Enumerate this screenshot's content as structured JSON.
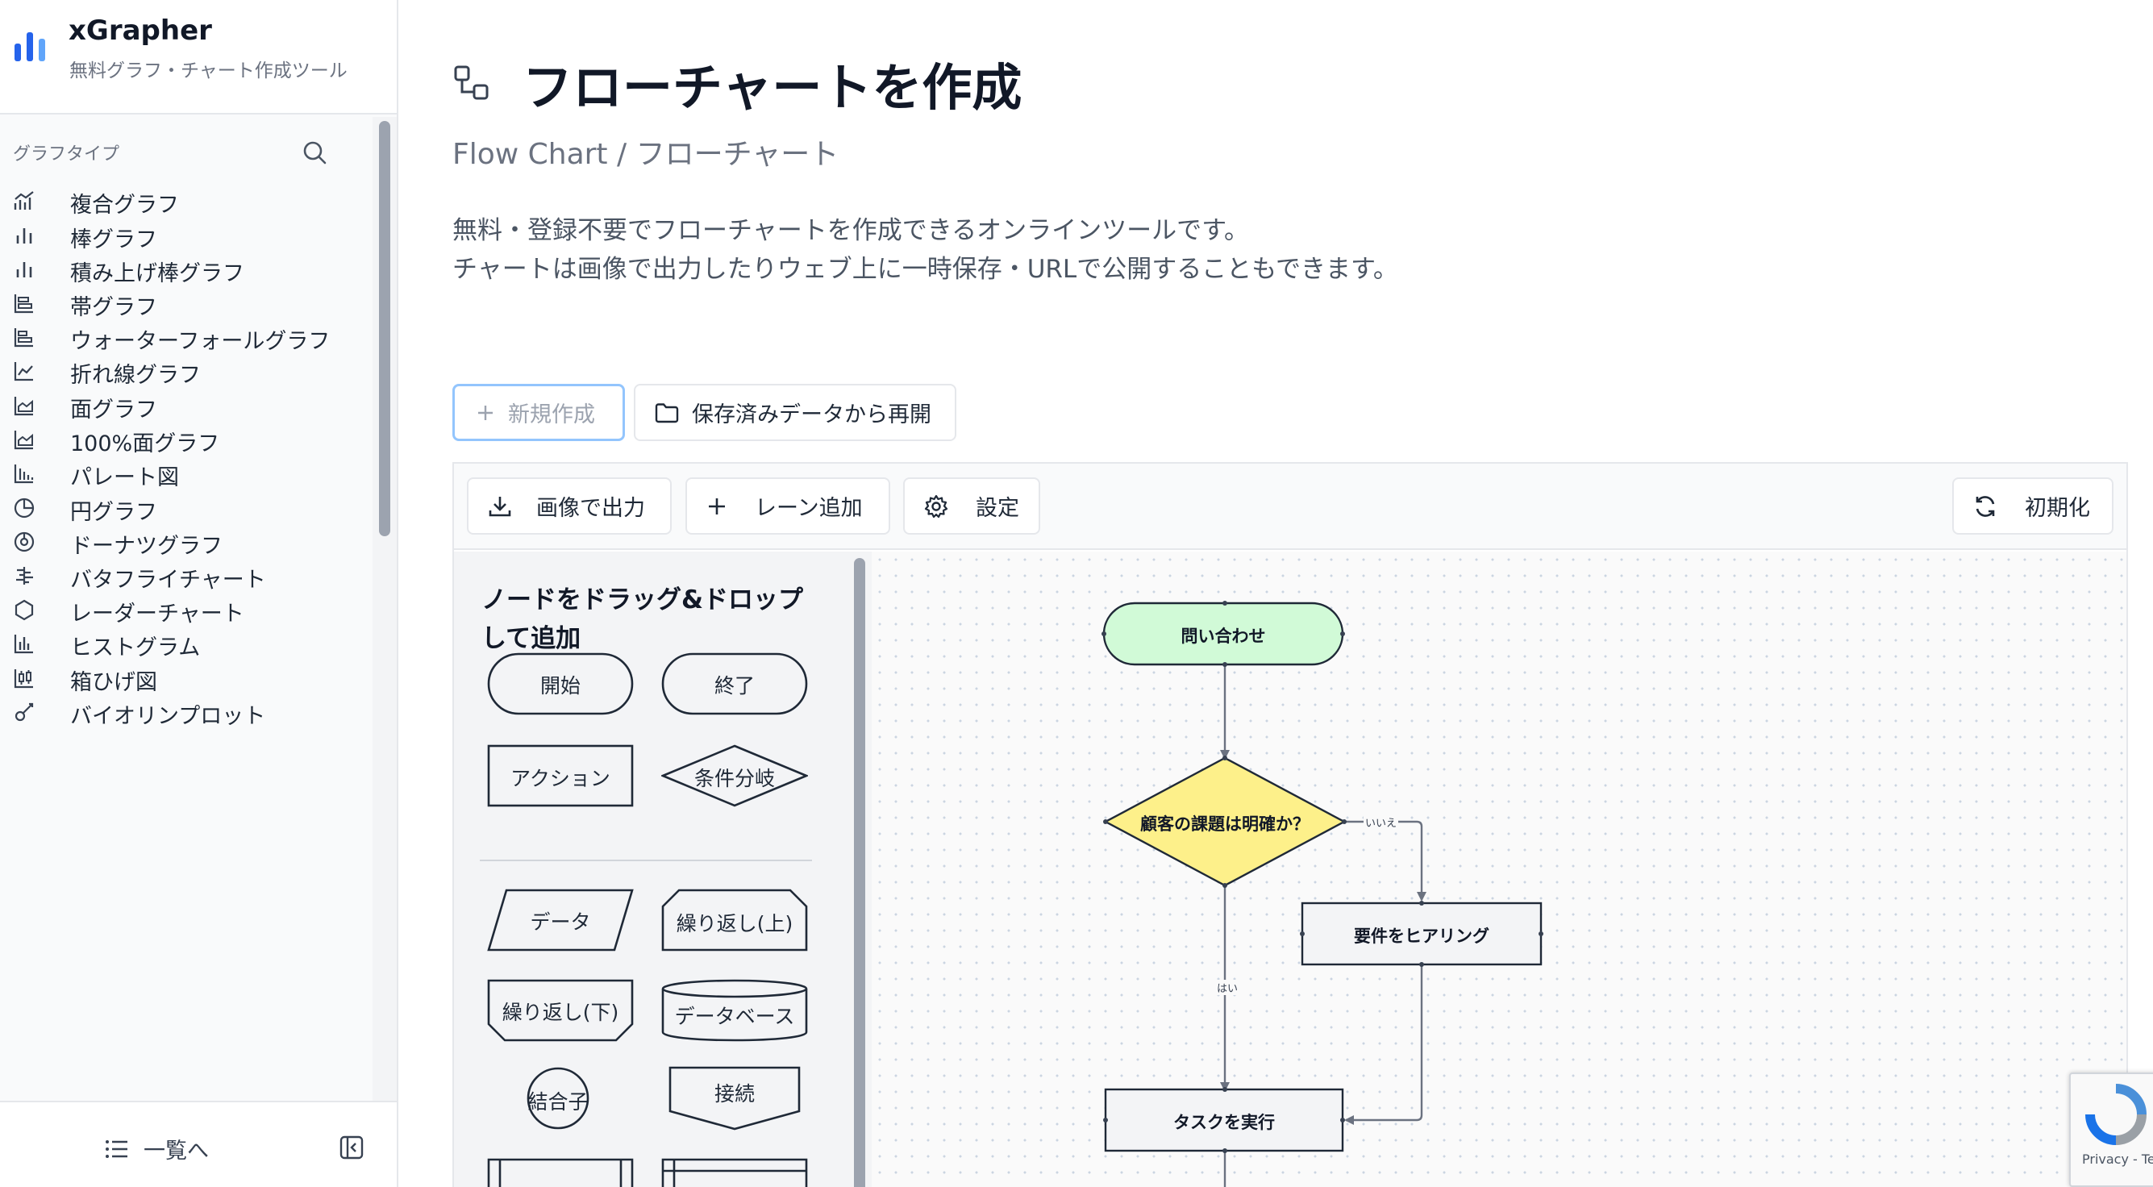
{
  "brand": {
    "name": "xGrapher",
    "tagline": "無料グラフ・チャート作成ツール"
  },
  "sidebar": {
    "heading": "グラフタイプ",
    "items": [
      {
        "label": "複合グラフ",
        "icon": "combo-chart-icon"
      },
      {
        "label": "棒グラフ",
        "icon": "bar-chart-icon"
      },
      {
        "label": "積み上げ棒グラフ",
        "icon": "stacked-bar-icon"
      },
      {
        "label": "帯グラフ",
        "icon": "band-chart-icon"
      },
      {
        "label": "ウォーターフォールグラフ",
        "icon": "waterfall-chart-icon"
      },
      {
        "label": "折れ線グラフ",
        "icon": "line-chart-icon"
      },
      {
        "label": "面グラフ",
        "icon": "area-chart-icon"
      },
      {
        "label": "100%面グラフ",
        "icon": "area-100-chart-icon"
      },
      {
        "label": "パレート図",
        "icon": "pareto-chart-icon"
      },
      {
        "label": "円グラフ",
        "icon": "pie-chart-icon"
      },
      {
        "label": "ドーナツグラフ",
        "icon": "donut-chart-icon"
      },
      {
        "label": "バタフライチャート",
        "icon": "butterfly-chart-icon"
      },
      {
        "label": "レーダーチャート",
        "icon": "radar-chart-icon"
      },
      {
        "label": "ヒストグラム",
        "icon": "histogram-icon"
      },
      {
        "label": "箱ひげ図",
        "icon": "box-plot-icon"
      },
      {
        "label": "バイオリンプロット",
        "icon": "violin-plot-icon"
      }
    ],
    "footer_link": "一覧へ"
  },
  "page": {
    "title": "フローチャートを作成",
    "subtitle": "Flow Chart / フローチャート",
    "description_line1": "無料・登録不要でフローチャートを作成できるオンラインツールです。",
    "description_line2": "チャートは画像で出力したりウェブ上に一時保存・URLで公開することもできます。"
  },
  "actions": {
    "new_label": "新規作成",
    "resume_label": "保存済みデータから再開"
  },
  "toolbar": {
    "export_label": "画像で出力",
    "lane_label": "レーン追加",
    "settings_label": "設定",
    "reset_label": "初期化"
  },
  "palette": {
    "title": "ノードをドラッグ&ドロップして追加",
    "shapes": {
      "start": "開始",
      "end": "終了",
      "action": "アクション",
      "decision": "条件分岐",
      "data": "データ",
      "loop_start": "繰り返し(上)",
      "loop_end": "繰り返し(下)",
      "database": "データベース",
      "connector": "結合子",
      "offpage": "接続"
    }
  },
  "flow": {
    "nodes": {
      "inquiry": "問い合わせ",
      "decision": "顧客の課題は明確か？",
      "hearing": "要件をヒアリング",
      "task": "タスクを実行"
    },
    "edges": {
      "no": "いいえ",
      "yes": "はい"
    },
    "colors": {
      "start_fill": "#d1fad7",
      "decision_fill": "#fdf08a",
      "node_fill": "#f3f4f6"
    }
  },
  "recaptcha": {
    "text": "Privacy - Terms"
  },
  "colors": {
    "brand_blue": "#3b82f6",
    "primary_border": "#93c5fd"
  }
}
